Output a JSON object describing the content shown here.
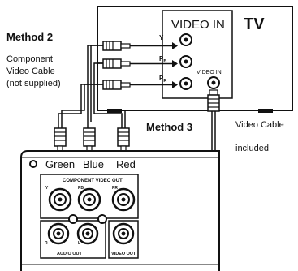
{
  "tv": {
    "label": "TV",
    "video_in_title": "VIDEO IN",
    "jack_y": "Y",
    "jack_pb": "P",
    "jack_pb_sub": "B",
    "jack_pr": "P",
    "jack_pr_sub": "R",
    "video_in_small": "VIDEO IN"
  },
  "method2": {
    "title": "Method 2",
    "desc_line1": "Component",
    "desc_line2": "Video Cable",
    "desc_line3": "(not supplied)"
  },
  "method3": {
    "title": "Method 3",
    "cable_line1": "Video Cable",
    "cable_line2": "included"
  },
  "device": {
    "plug_green": "Green",
    "plug_blue": "Blue",
    "plug_red": "Red",
    "component_out": "COMPONENT VIDEO OUT",
    "jack_y": "Y",
    "jack_pb": "PB",
    "jack_pr": "PR",
    "audio_out": "AUDIO OUT",
    "audio_r": "R",
    "audio_l": "L",
    "video_out": "VIDEO OUT"
  },
  "colors": {
    "line": "#111111",
    "background": "#ffffff"
  }
}
